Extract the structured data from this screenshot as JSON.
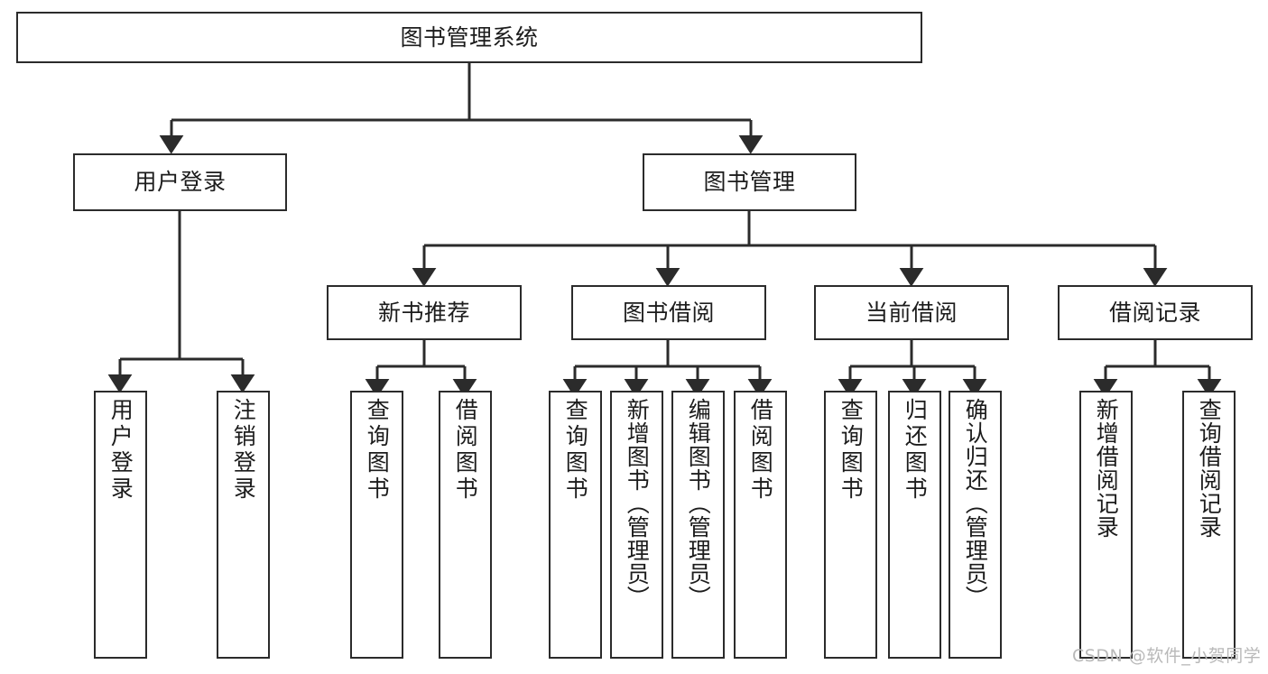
{
  "diagram": {
    "title": "图书管理系统",
    "type": "tree-structure-chart",
    "root": {
      "label": "图书管理系统"
    },
    "level2": [
      {
        "label": "用户登录"
      },
      {
        "label": "图书管理"
      }
    ],
    "level3": [
      {
        "label": "新书推荐"
      },
      {
        "label": "图书借阅"
      },
      {
        "label": "当前借阅"
      },
      {
        "label": "借阅记录"
      }
    ],
    "leaves": {
      "user_login": [
        {
          "label": "用户登录"
        },
        {
          "label": "注销登录"
        }
      ],
      "new_book_recommend": [
        {
          "label": "查询图书"
        },
        {
          "label": "借阅图书"
        }
      ],
      "book_borrow": [
        {
          "label": "查询图书"
        },
        {
          "label": "新增图书（管理员）"
        },
        {
          "label": "编辑图书（管理员）"
        },
        {
          "label": "借阅图书"
        }
      ],
      "current_borrow": [
        {
          "label": "查询图书"
        },
        {
          "label": "归还图书"
        },
        {
          "label": "确认归还（管理员）"
        }
      ],
      "borrow_record": [
        {
          "label": "新增借阅记录"
        },
        {
          "label": "查询借阅记录"
        }
      ]
    }
  },
  "watermark": {
    "text": "CSDN @软件_小贺同学"
  },
  "colors": {
    "stroke": "#2b2b2b",
    "fill": "#ffffff",
    "text": "#1c1c1c",
    "watermark": "#b9b9b9"
  }
}
